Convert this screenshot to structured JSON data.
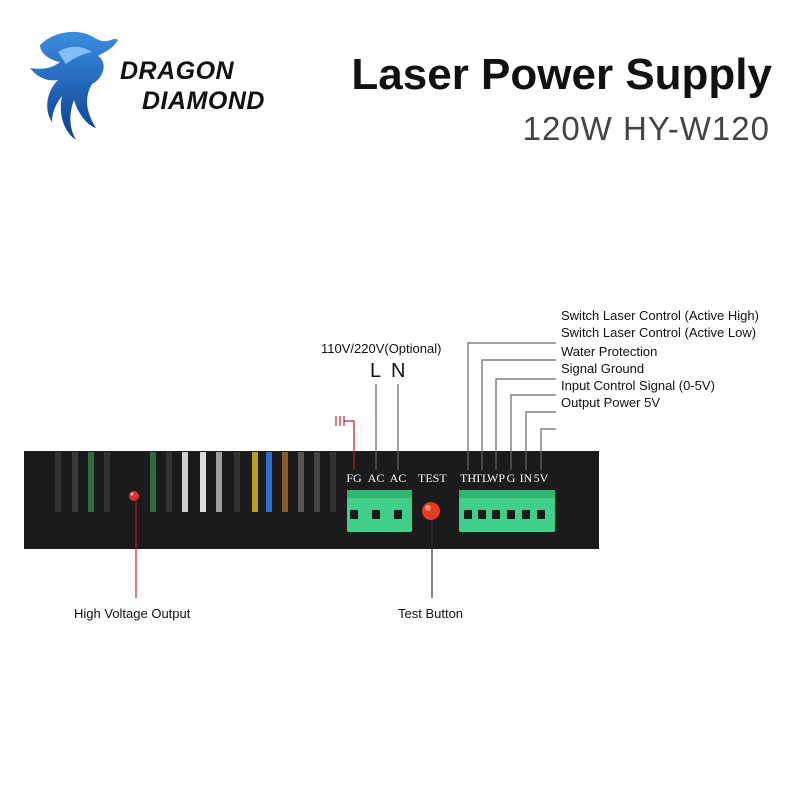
{
  "brand": {
    "line1": "DRAGON",
    "line2": "DIAMOND",
    "logo_icon": "dragon-logo-icon"
  },
  "header": {
    "title": "Laser Power Supply",
    "subtitle": "120W HY-W120"
  },
  "power_input": {
    "voltage_label": "110V/220V(Optional)",
    "line_label": "L",
    "neutral_label": "N"
  },
  "terminals_left": [
    "FG",
    "AC",
    "AC"
  ],
  "test_label": "TEST",
  "terminals_right": [
    "TH",
    "TL",
    "WP",
    "G",
    "IN",
    "5V"
  ],
  "signal_labels": [
    "Switch Laser Control (Active High)",
    "Switch Laser Control (Active Low)",
    "Water Protection",
    "Signal Ground",
    "Input Control Signal (0-5V)",
    "Output Power 5V"
  ],
  "callouts": {
    "high_voltage": "High Voltage Output",
    "test_button": "Test Button"
  },
  "colors": {
    "panel": "#1b1b1b",
    "connector": "#3fcf8a",
    "leader_red": "#c0202a",
    "leader_gray": "#666666",
    "brand_blue": "#1e5bb8"
  }
}
